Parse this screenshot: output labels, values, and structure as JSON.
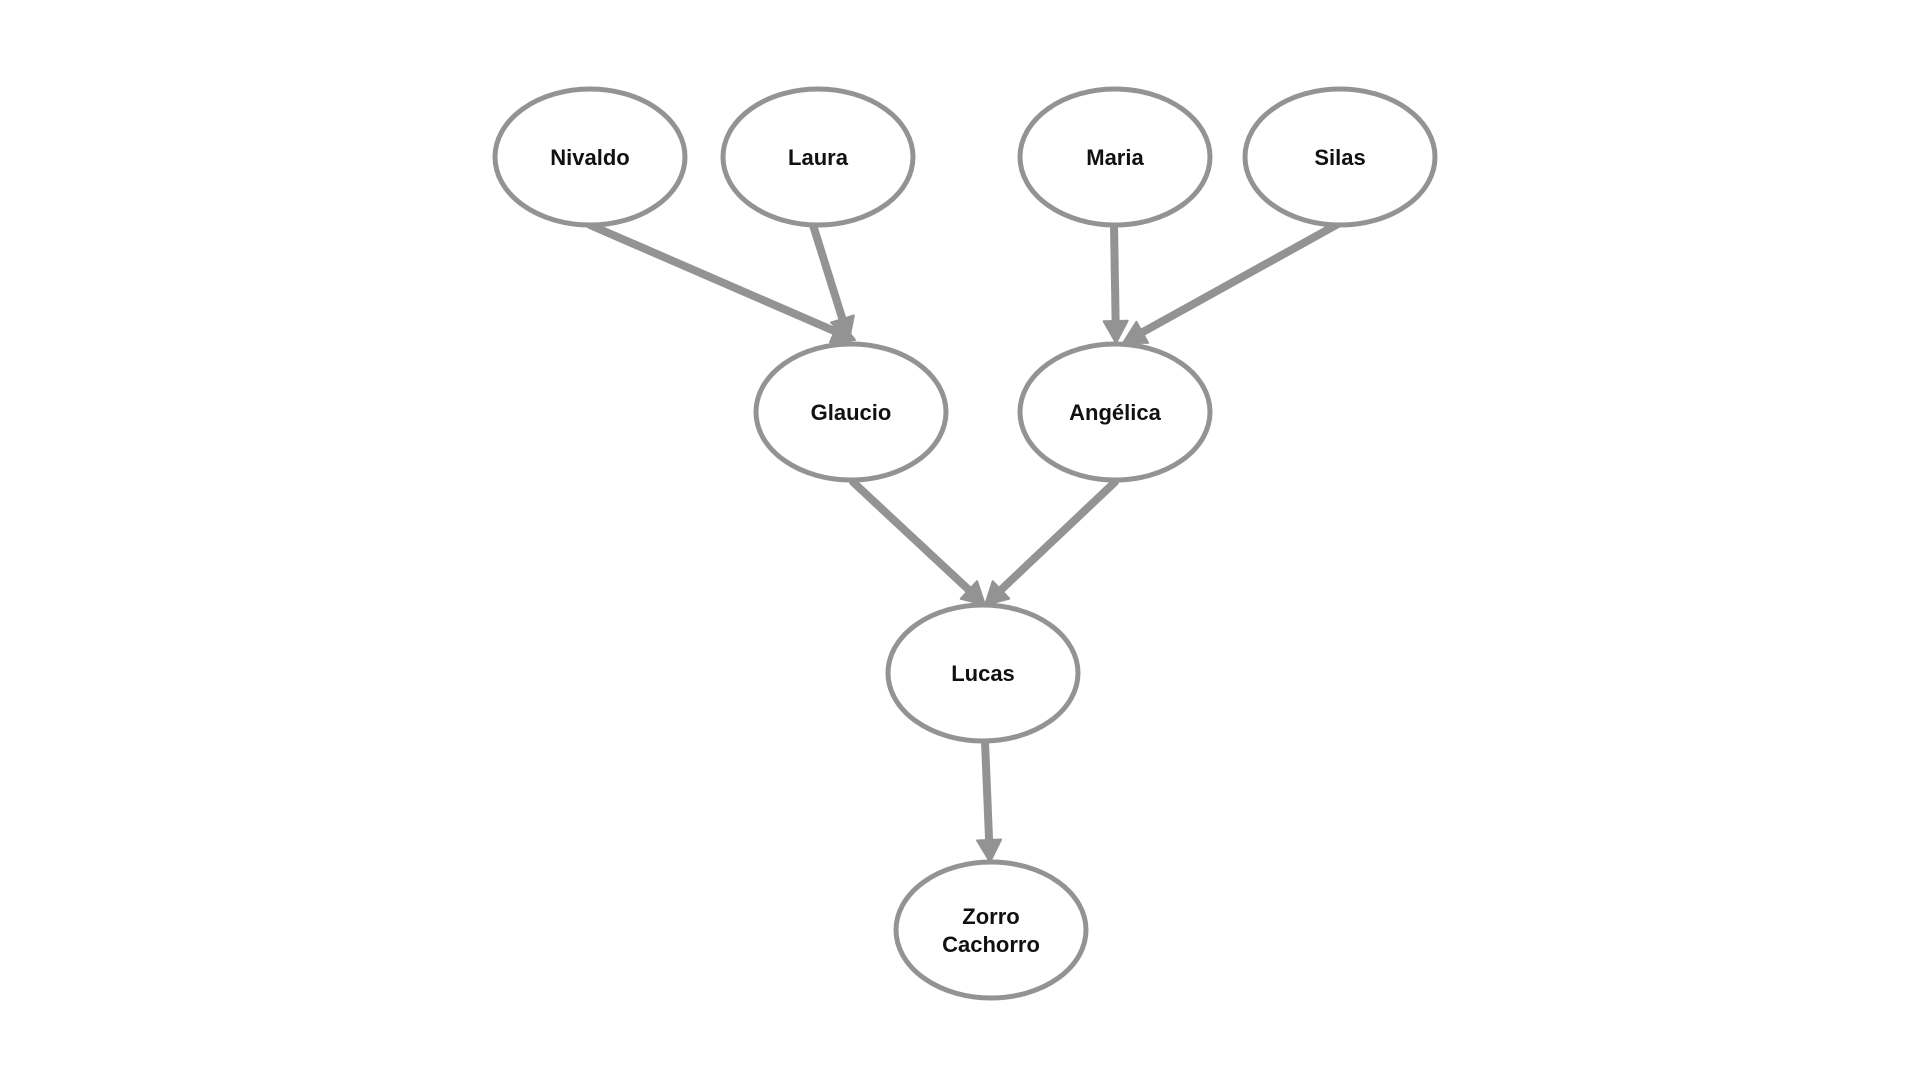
{
  "diagram": {
    "type": "family-tree",
    "colors": {
      "stroke": "#939393",
      "node_fill": "#ffffff",
      "text": "#111111",
      "background": "#ffffff"
    },
    "nodes": [
      {
        "id": "nivaldo",
        "label": "Nivaldo"
      },
      {
        "id": "laura",
        "label": "Laura"
      },
      {
        "id": "maria",
        "label": "Maria"
      },
      {
        "id": "silas",
        "label": "Silas"
      },
      {
        "id": "glaucio",
        "label": "Glaucio"
      },
      {
        "id": "angelica",
        "label": "Angélica"
      },
      {
        "id": "lucas",
        "label": "Lucas"
      },
      {
        "id": "zorro",
        "label": "Zorro\nCachorro"
      }
    ],
    "edges": [
      {
        "from": "nivaldo",
        "to": "glaucio"
      },
      {
        "from": "laura",
        "to": "glaucio"
      },
      {
        "from": "maria",
        "to": "angelica"
      },
      {
        "from": "silas",
        "to": "angelica"
      },
      {
        "from": "glaucio",
        "to": "lucas"
      },
      {
        "from": "angelica",
        "to": "lucas"
      },
      {
        "from": "lucas",
        "to": "zorro"
      }
    ]
  }
}
